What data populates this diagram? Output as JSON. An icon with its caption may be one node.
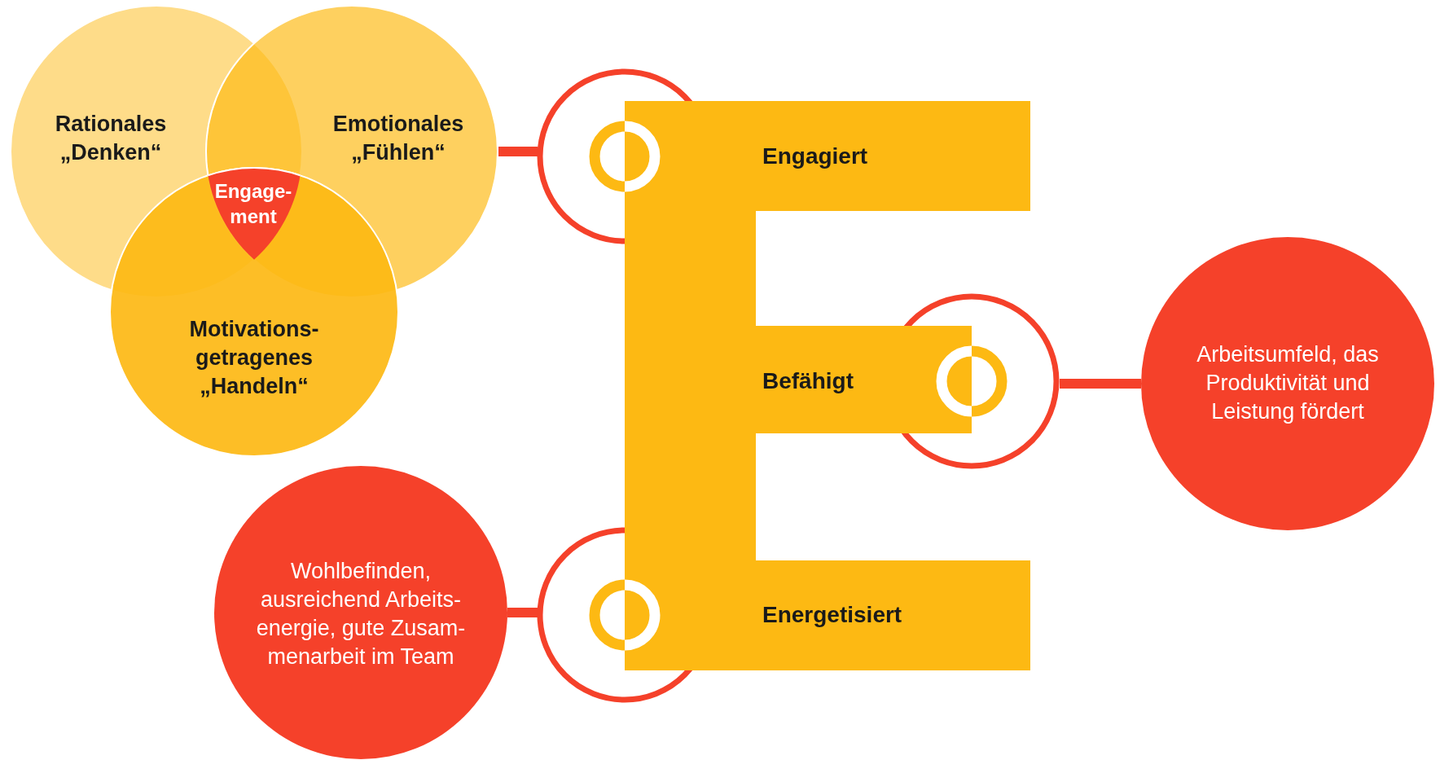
{
  "diagram": {
    "nodes": [
      {
        "text": [
          "Rationales „Denken“"
        ]
      },
      {
        "text": [
          "Emotionales „Fühlen“"
        ]
      },
      {
        "text": [
          "Engage- ment"
        ]
      },
      {
        "text": [
          "Motivations- getragenes „Handeln“"
        ]
      },
      {
        "text": [
          "Engagiert",
          "Befähigt",
          "Energetisiert"
        ]
      },
      {
        "text": [
          "Arbeitsumfeld, das Produktivität und Leistung fördert"
        ]
      },
      {
        "text": [
          "Wohlbefinden, ausreichend Arbeits- energie, gute Zusam- menarbeit im Team"
        ]
      }
    ],
    "edges": [
      {
        "from": 1,
        "to": 4,
        "arrow": "none"
      },
      {
        "from": 5,
        "to": 4,
        "arrow": "none"
      },
      {
        "from": 6,
        "to": 4,
        "arrow": "none"
      }
    ]
  }
}
